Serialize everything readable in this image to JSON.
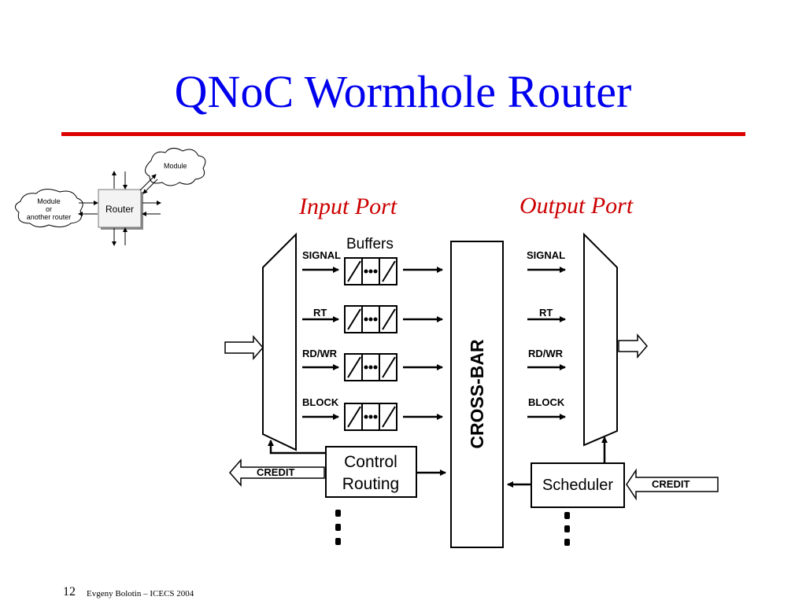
{
  "slide": {
    "title": "QNoC Wormhole Router",
    "colors": {
      "title": "#0000ee",
      "rule": "#dd0000",
      "port_label": "#cc0000",
      "ink": "#000000"
    }
  },
  "inset": {
    "module_top": "Module",
    "module_left": [
      "Module",
      "or",
      "another router"
    ],
    "router": "Router"
  },
  "labels": {
    "input_port": "Input Port",
    "output_port": "Output Port",
    "buffers": "Buffers",
    "crossbar": "CROSS-BAR",
    "control": [
      "Control",
      "Routing"
    ],
    "scheduler": "Scheduler",
    "credit_left": "CREDIT",
    "credit_right": "CREDIT"
  },
  "signals_in": [
    "SIGNAL",
    "RT",
    "RD/WR",
    "BLOCK"
  ],
  "signals_out": [
    "SIGNAL",
    "RT",
    "RD/WR",
    "BLOCK"
  ],
  "footer": {
    "page_number": "12",
    "text": "Evgeny Bolotin – ICECS 2004"
  }
}
